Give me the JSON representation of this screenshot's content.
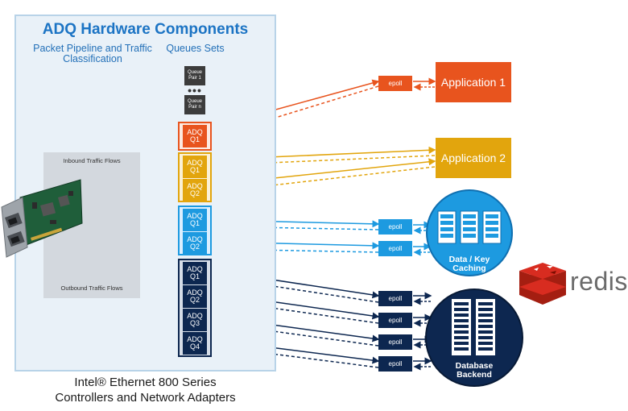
{
  "header": {
    "title": "ADQ Hardware Components",
    "pipeline_label": "Packet Pipeline and Traffic Classification",
    "queues_label": "Queues Sets"
  },
  "queue_pairs": {
    "first": "Queue Pair 1",
    "last": "Queue Pair n",
    "ellipsis": "•••"
  },
  "traffic": {
    "inbound_label": "Inbound Traffic Flows",
    "outbound_label": "Outbound Traffic Flows"
  },
  "queue_groups": [
    {
      "color": "#e8541e",
      "queues": [
        "ADQ Q1"
      ]
    },
    {
      "color": "#e2a50d",
      "queues": [
        "ADQ Q1",
        "ADQ Q2"
      ]
    },
    {
      "color": "#1d9ae0",
      "queues": [
        "ADQ Q1",
        "ADQ Q2"
      ]
    },
    {
      "color": "#0d2750",
      "queues": [
        "ADQ Q1",
        "ADQ Q2",
        "ADQ Q3",
        "ADQ Q4"
      ]
    }
  ],
  "applications": {
    "app1": "Application 1",
    "app2": "Application 2"
  },
  "epoll_label": "epoll",
  "services": {
    "caching": "Data / Key Caching",
    "database": "Database Backend"
  },
  "brand": {
    "redis": "redis"
  },
  "footer": {
    "line1": "Intel® Ethernet 800 Series",
    "line2": "Controllers and Network Adapters"
  },
  "colors": {
    "orange": "#e8541e",
    "gold": "#e2a50d",
    "blue": "#1d9ae0",
    "navy": "#0d2750",
    "title_blue": "#1c74c4",
    "redis_red": "#d82c20"
  }
}
